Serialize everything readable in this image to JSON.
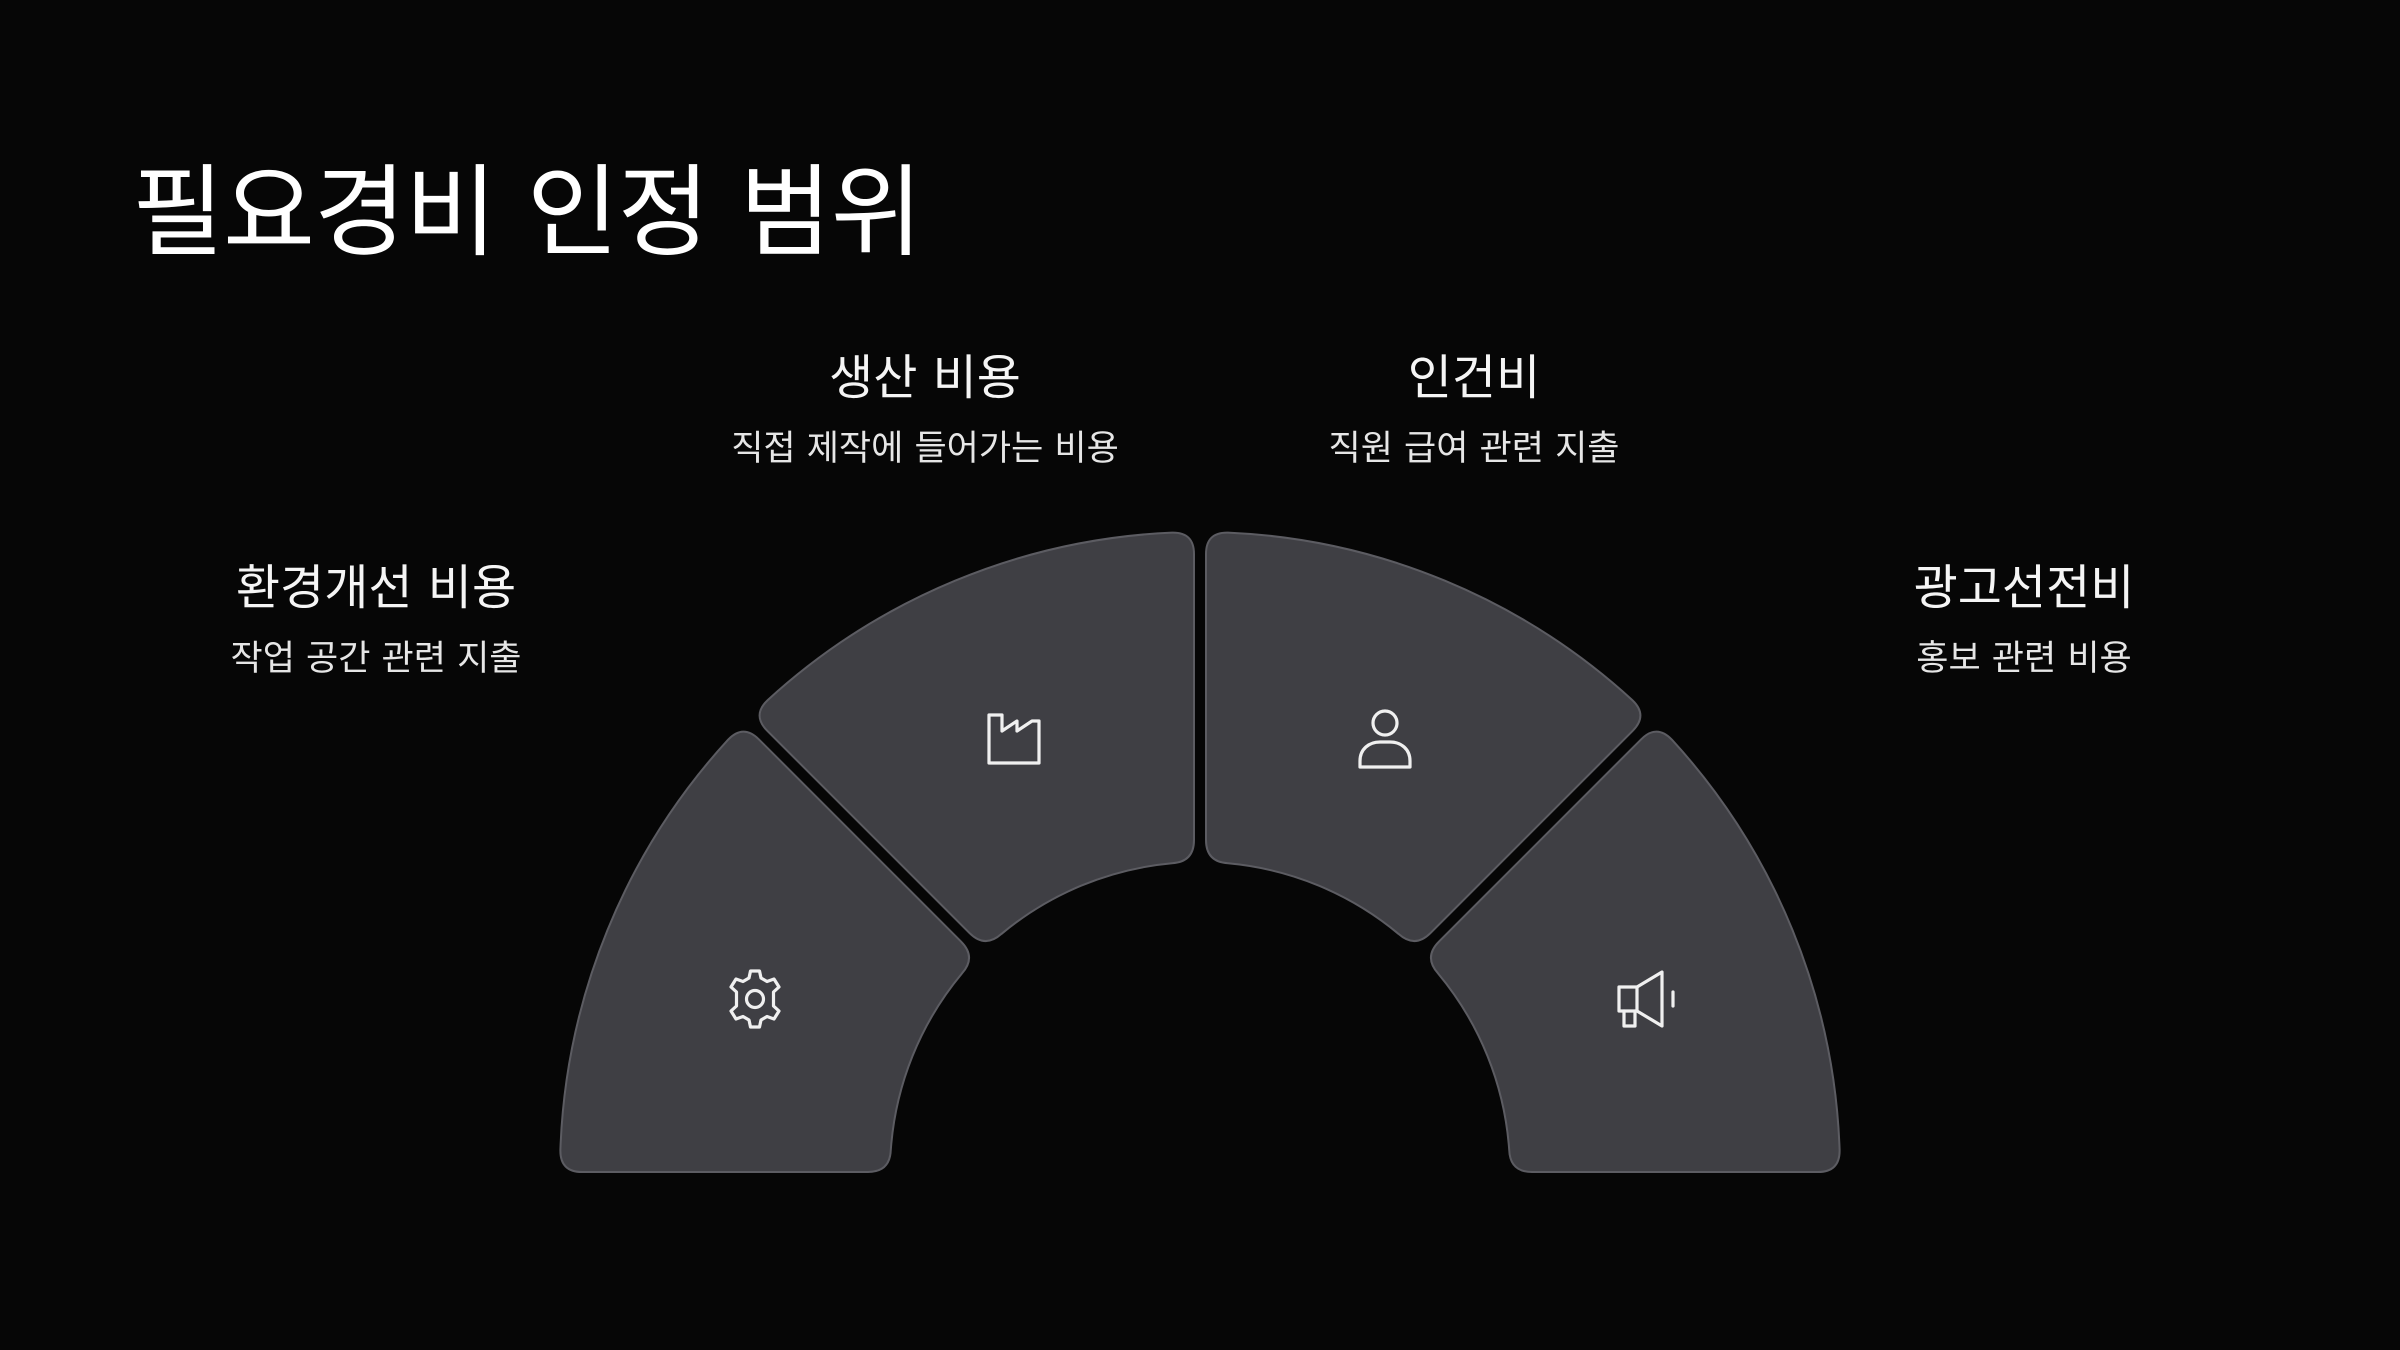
{
  "title": "필요경비 인정 범위",
  "segments": [
    {
      "heading": "환경개선 비용",
      "description": "작업 공간 관련 지출",
      "icon": "gear-icon"
    },
    {
      "heading": "생산 비용",
      "description": "직접 제작에 들어가는 비용",
      "icon": "factory-icon"
    },
    {
      "heading": "인건비",
      "description": "직원 급여 관련 지출",
      "icon": "person-icon"
    },
    {
      "heading": "광고선전비",
      "description": "홍보 관련 비용",
      "icon": "megaphone-icon"
    }
  ],
  "colors": {
    "background": "#060606",
    "segment_fill": "#3f3f44",
    "segment_stroke": "#5c5c62",
    "text": "#f2f2f2"
  }
}
